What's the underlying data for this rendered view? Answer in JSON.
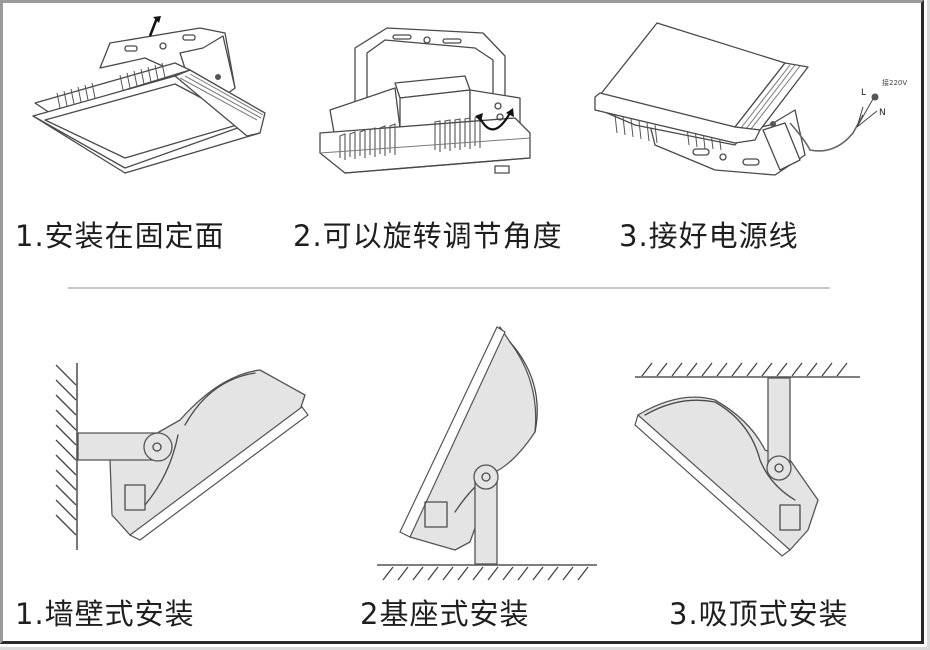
{
  "top_row": {
    "steps": [
      {
        "caption": "1.安装在固定面",
        "illustration": "flood-light-underside-bracket-up"
      },
      {
        "caption": "2.可以旋转调节角度",
        "illustration": "flood-light-rotating-bracket"
      },
      {
        "caption": "3.接好电源线",
        "illustration": "flood-light-power-cable"
      }
    ],
    "wiring": {
      "live_label": "L",
      "neutral_label": "N",
      "voltage_label": "接220V"
    }
  },
  "bottom_row": {
    "methods": [
      {
        "caption": "1.墙壁式安装",
        "illustration": "wall-mount"
      },
      {
        "caption": "2基座式安装",
        "illustration": "base-mount"
      },
      {
        "caption": "3.吸顶式安装",
        "illustration": "ceiling-mount"
      }
    ]
  },
  "colors": {
    "line": "#4a4a4a",
    "fill_gray": "#e4e4e4",
    "border_light": "#9a9a9a",
    "border_dark": "#2a2a2a"
  }
}
